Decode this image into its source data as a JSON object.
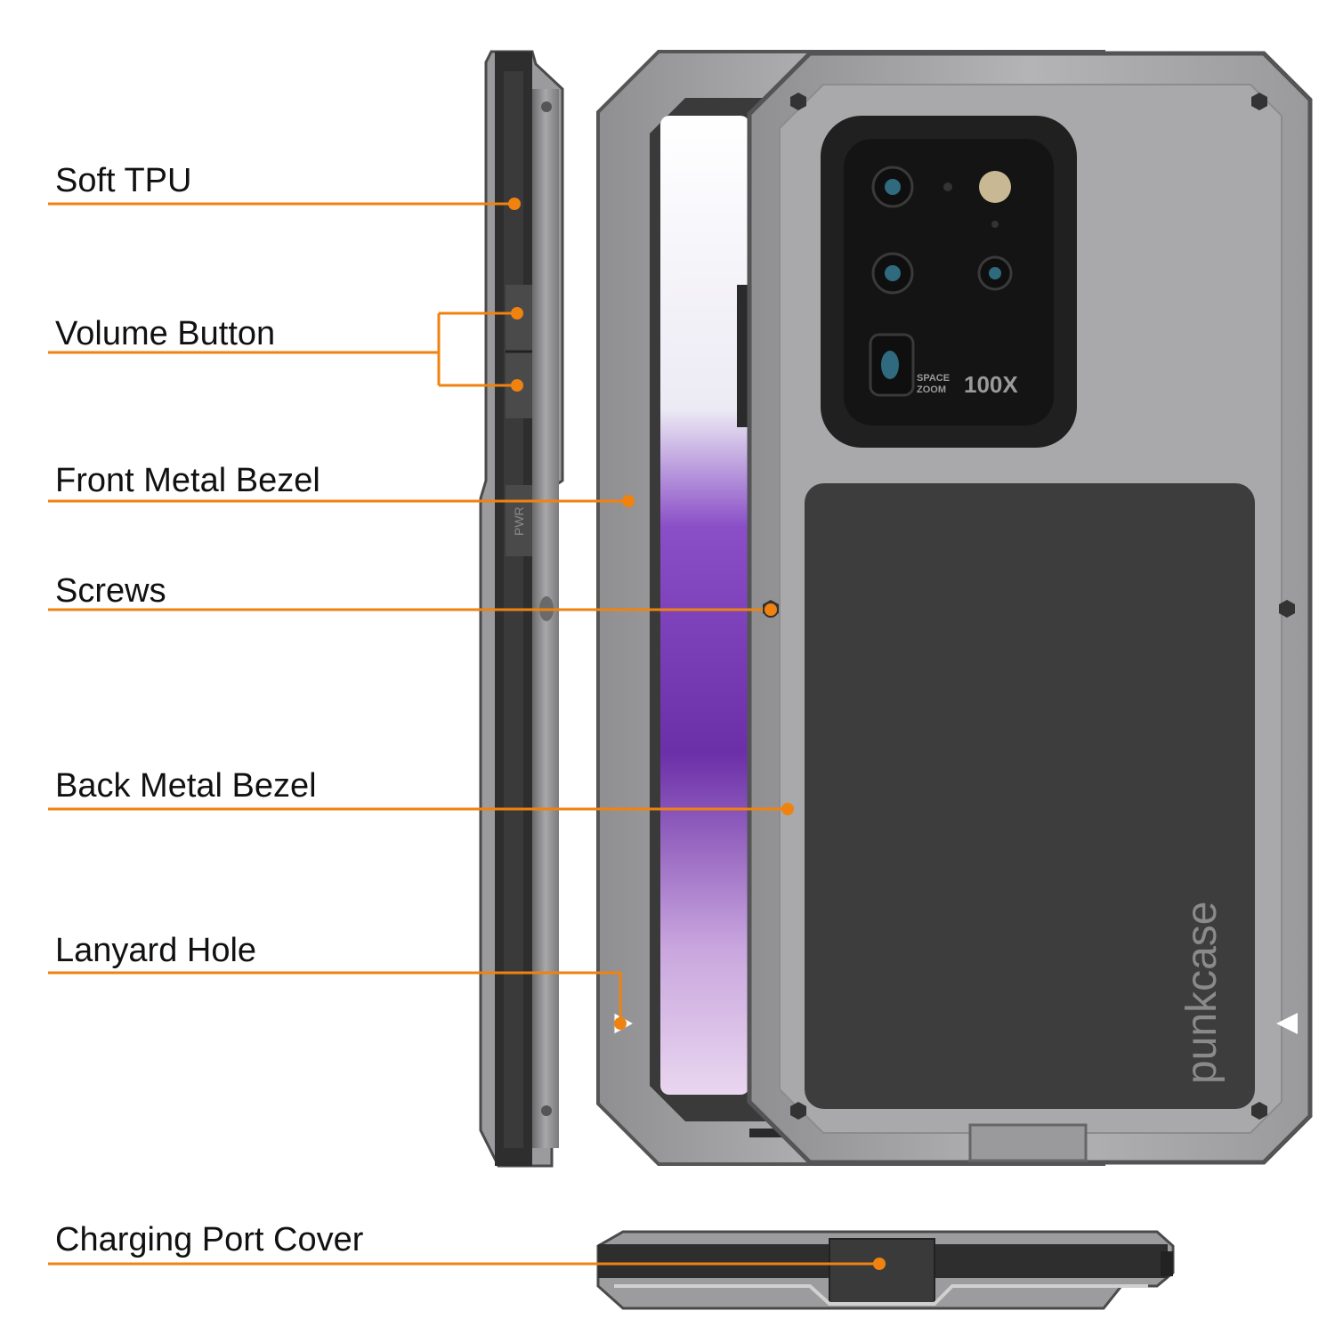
{
  "labels": {
    "soft_tpu": "Soft TPU",
    "volume_button": "Volume Button",
    "front_metal_bezel": "Front Metal Bezel",
    "screws": "Screws",
    "back_metal_bezel": "Back Metal Bezel",
    "lanyard_hole": "Lanyard Hole",
    "charging_port_cover": "Charging Port Cover"
  },
  "product": {
    "brand": "punkcase",
    "camera_text_line1": "SPACE",
    "camera_text_line2": "ZOOM",
    "camera_zoom": "100X",
    "side_button_text": "PWR"
  },
  "colors": {
    "accent": "#f0820f",
    "metal": "#a3a3a5",
    "metal_dark": "#5a5a5c",
    "panel": "#3c3c3c"
  }
}
